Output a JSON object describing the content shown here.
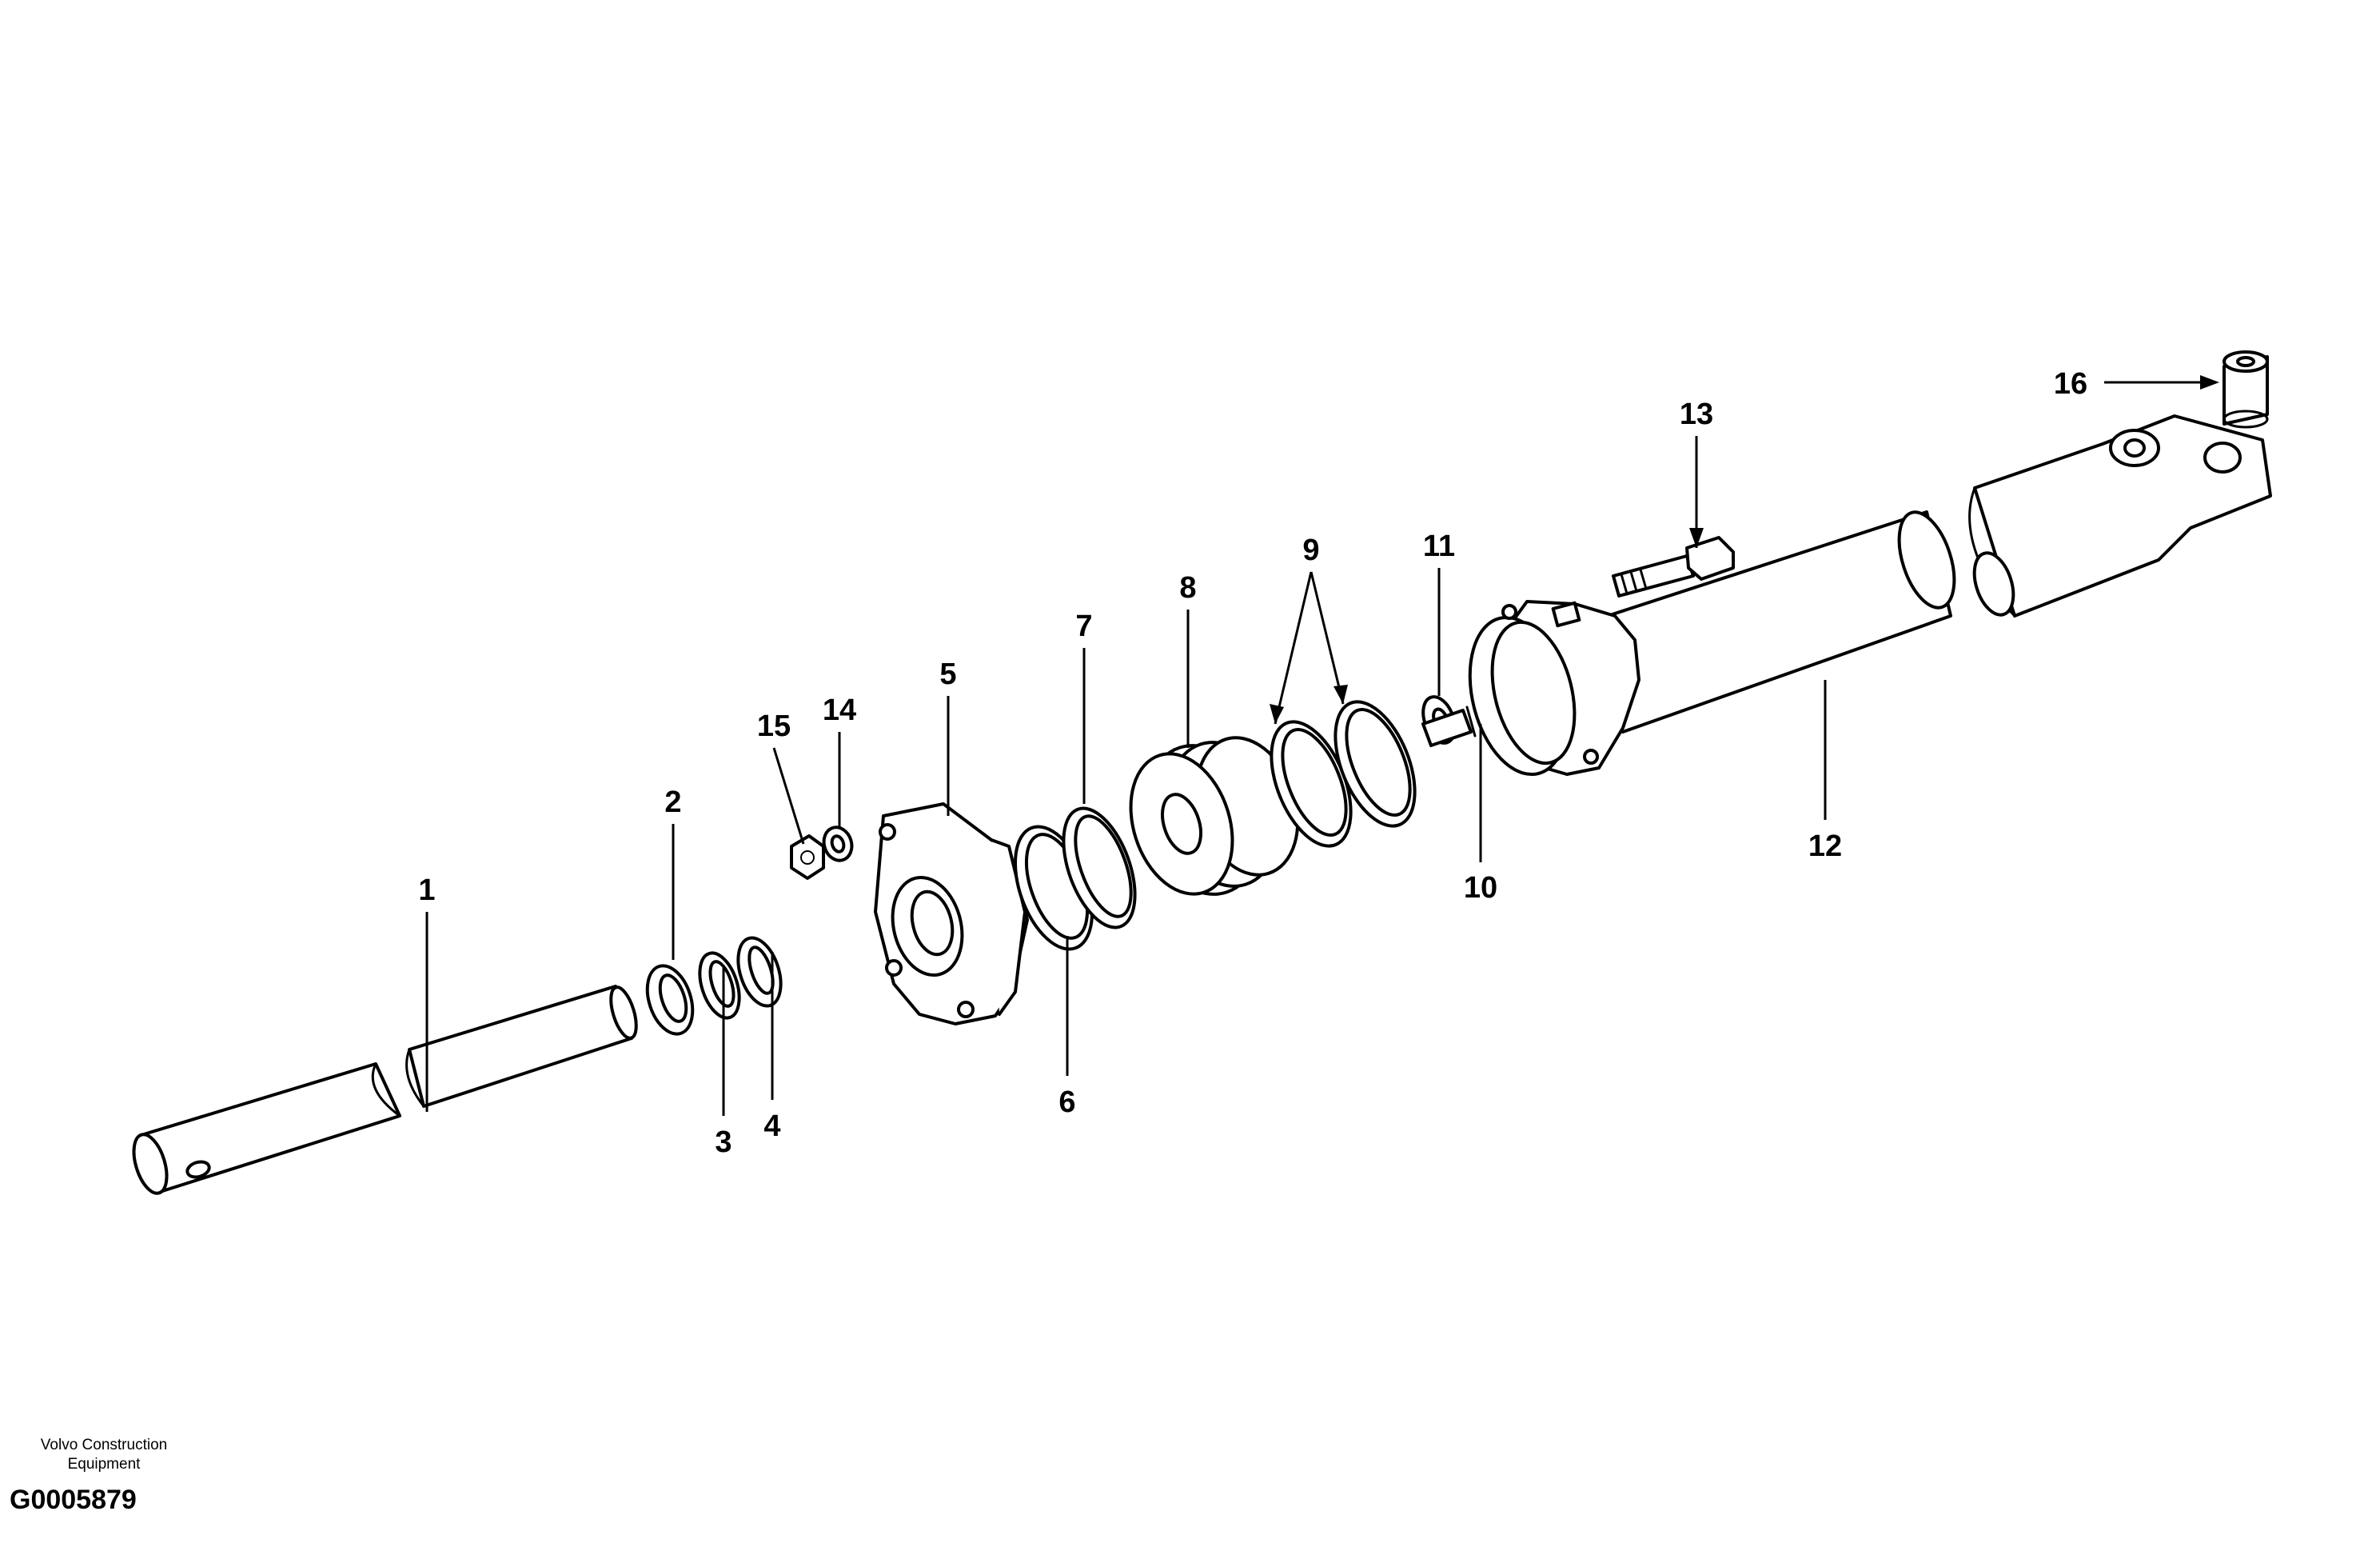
{
  "parts": [
    {
      "callout": "1",
      "name": "piston-rod"
    },
    {
      "callout": "2",
      "name": "ring"
    },
    {
      "callout": "3",
      "name": "ring"
    },
    {
      "callout": "4",
      "name": "ring"
    },
    {
      "callout": "5",
      "name": "cylinder-head"
    },
    {
      "callout": "6",
      "name": "ring"
    },
    {
      "callout": "7",
      "name": "ring"
    },
    {
      "callout": "8",
      "name": "piston"
    },
    {
      "callout": "9",
      "name": "ring"
    },
    {
      "callout": "10",
      "name": "threaded-end"
    },
    {
      "callout": "11",
      "name": "washer"
    },
    {
      "callout": "12",
      "name": "cylinder-tube"
    },
    {
      "callout": "13",
      "name": "screw"
    },
    {
      "callout": "14",
      "name": "washer"
    },
    {
      "callout": "15",
      "name": "nut"
    },
    {
      "callout": "16",
      "name": "bushing"
    }
  ],
  "footer": {
    "brand_line1": "Volvo Construction",
    "brand_line2": "Equipment",
    "figure_code": "G0005879"
  }
}
